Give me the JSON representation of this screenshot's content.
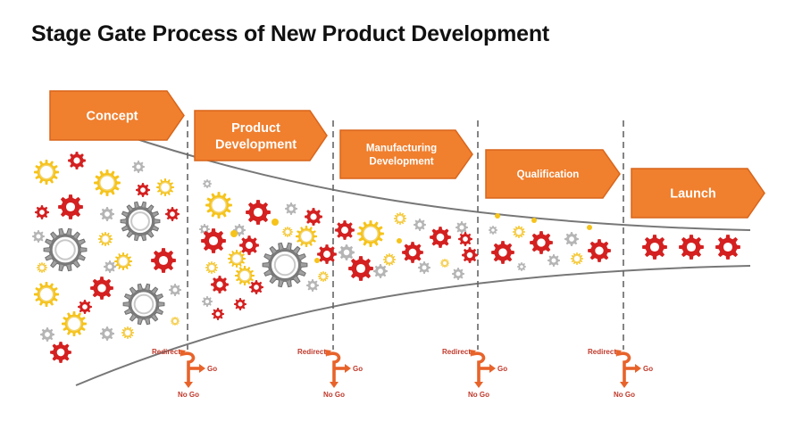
{
  "title": "Stage Gate Process of New Product Development",
  "stages": [
    {
      "lines": [
        "Concept"
      ]
    },
    {
      "lines": [
        "Product",
        "Development"
      ]
    },
    {
      "lines": [
        "Manufacturing",
        "Development"
      ]
    },
    {
      "lines": [
        "Qualification"
      ]
    },
    {
      "lines": [
        "Launch"
      ]
    }
  ],
  "gate_labels": {
    "redirect": "Redirect",
    "go": "Go",
    "no_go": "No Go"
  },
  "colors": {
    "arrow": "#f07f2e",
    "arrow_border": "#d9651a",
    "gear_red": "#d42020",
    "gear_yellow": "#f6c31a",
    "gear_gray": "#9a9a9a",
    "funnel_line": "#777777",
    "gate_line": "#666666",
    "decision_arrow": "#e8632a"
  },
  "icons": [
    "gear-icon",
    "decision-arrow-icon"
  ]
}
